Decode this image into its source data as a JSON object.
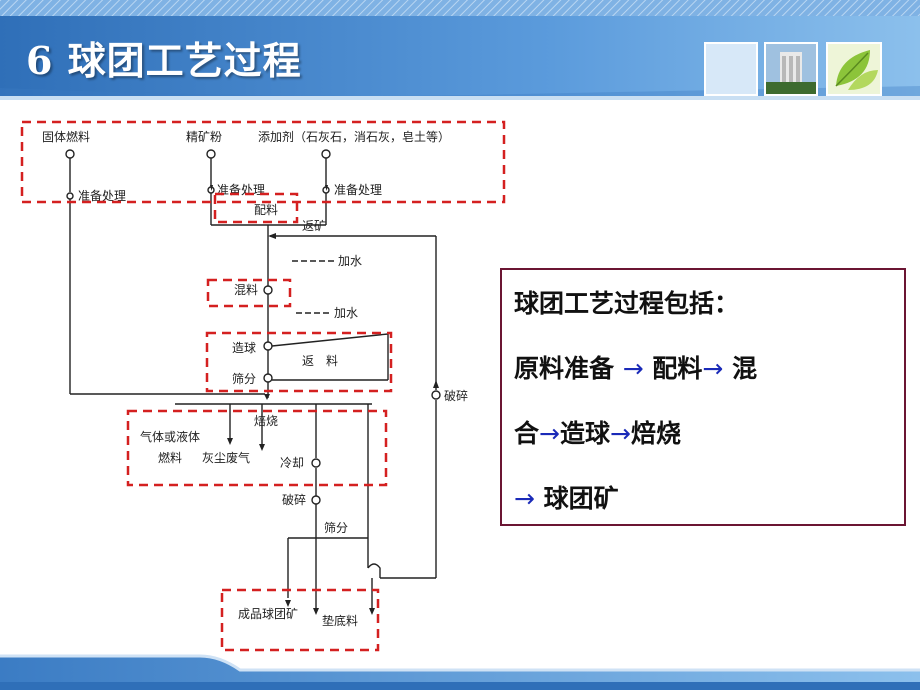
{
  "slide": {
    "title": "6 球团工艺过程"
  },
  "diagram": {
    "inputs": {
      "fuel": "固体燃料",
      "concentrate": "精矿粉",
      "additive": "添加剂（石灰石，消石灰，皂土等）"
    },
    "prep_fuel": "准备处理",
    "prep_concentrate": "准备处理",
    "prep_additive": "准备处理",
    "batching": "配料",
    "return_ore": "返矿",
    "add_water_1": "加水",
    "mixing": "混料",
    "add_water_2": "加水",
    "balling": "造球",
    "returns": "返　料",
    "screening_1": "筛分",
    "crushing_right": "破碎",
    "roasting": "焙烧",
    "gas_liquid": "气体或液体",
    "fuel_label": "燃料",
    "dust_waste_gas": "灰尘废气",
    "cooling": "冷却",
    "crushing": "破碎",
    "screening_2": "筛分",
    "product": "成品球团矿",
    "bedding": "垫底料"
  },
  "callout": {
    "line1": "球团工艺过程包括：",
    "line2a": "原料准备",
    "arrow1": "→",
    "line2b": "配料",
    "arrow2": "→",
    "line2c": "混",
    "line3a": "合",
    "arrow3": "→",
    "line3b": "造球",
    "arrow4": "→",
    "line3c": "焙烧",
    "arrow5": "→",
    "line4": "球团矿"
  },
  "colors": {
    "title_bar": "#4f8fd3",
    "highlight_box": "#d42020",
    "callout_border": "#6b1533",
    "arrow": "#1a2ab8"
  }
}
